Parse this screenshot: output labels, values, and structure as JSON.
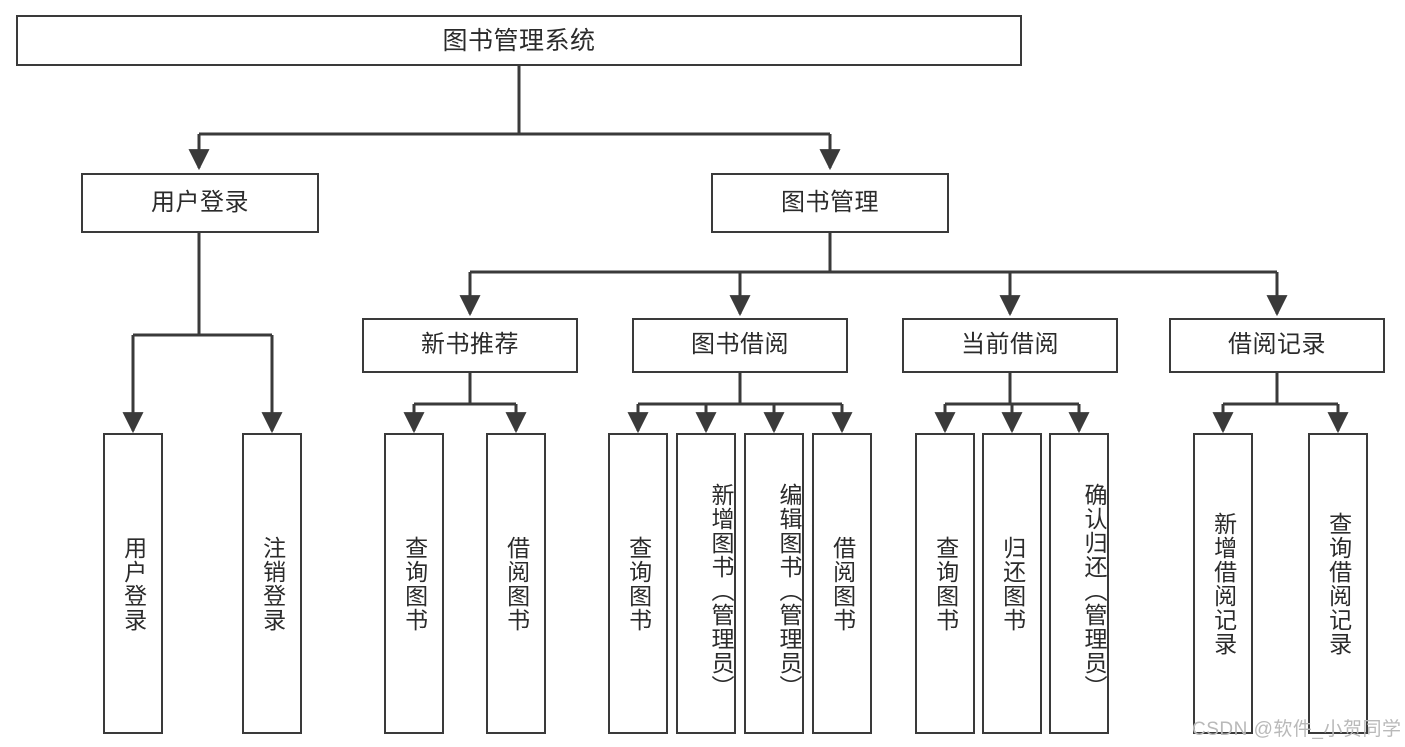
{
  "diagram": {
    "type": "tree-hierarchy",
    "title": "图书管理系统",
    "root": {
      "label": "图书管理系统"
    },
    "level2": [
      {
        "label": "用户登录"
      },
      {
        "label": "图书管理"
      }
    ],
    "level3": [
      {
        "label": "新书推荐"
      },
      {
        "label": "图书借阅"
      },
      {
        "label": "当前借阅"
      },
      {
        "label": "借阅记录"
      }
    ],
    "leaves": {
      "user_login": [
        {
          "label": "用户登录"
        },
        {
          "label": "注销登录"
        }
      ],
      "new_book_recommend": [
        {
          "label": "查询图书"
        },
        {
          "label": "借阅图书"
        }
      ],
      "book_borrow": [
        {
          "label": "查询图书"
        },
        {
          "label": "新增图书（管理员）"
        },
        {
          "label": "编辑图书（管理员）"
        },
        {
          "label": "借阅图书"
        }
      ],
      "current_borrow": [
        {
          "label": "查询图书"
        },
        {
          "label": "归还图书"
        },
        {
          "label": "确认归还（管理员）"
        }
      ],
      "borrow_record": [
        {
          "label": "新增借阅记录"
        },
        {
          "label": "查询借阅记录"
        }
      ]
    }
  },
  "watermark": {
    "text": "CSDN @软件_小贺同学"
  },
  "colors": {
    "border": "#3a3a3a",
    "text": "#2b2b2b",
    "background": "#ffffff",
    "watermark": "#b9b9b9"
  }
}
